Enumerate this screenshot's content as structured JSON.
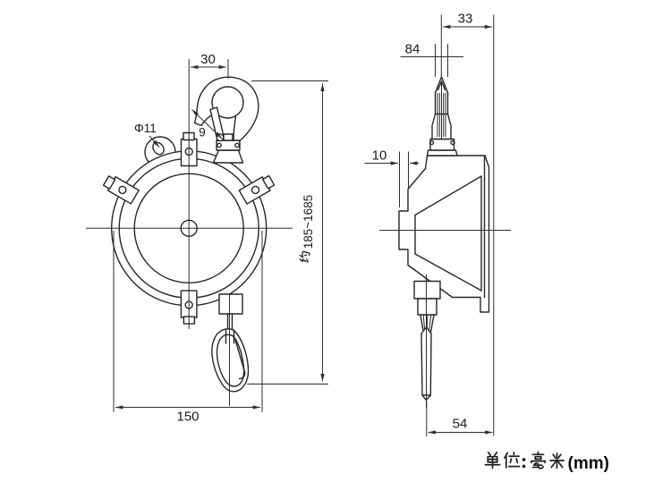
{
  "drawing": {
    "front_view": {
      "hook_offset": "30",
      "boss_dia": "Φ11",
      "throat": "9",
      "stroke_range": "约185~1685",
      "stroke_range_digits": "185~1685",
      "width": "150"
    },
    "side_view": {
      "hook_to_back": "33",
      "hook_section": "84",
      "boss_depth": "10",
      "outlet_to_back": "54"
    },
    "footer": {
      "unit_label": "单位：毫米 (mm)",
      "unit_label_suffix": "(mm)"
    },
    "colors": {
      "line": "#262626",
      "background": "#ffffff"
    }
  }
}
